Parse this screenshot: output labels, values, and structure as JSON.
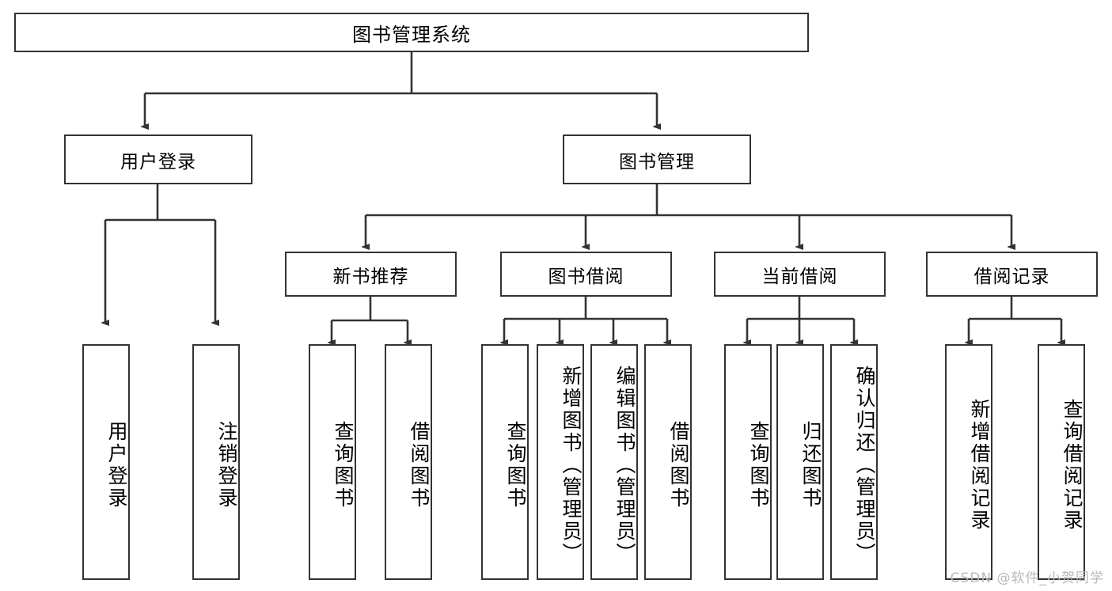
{
  "diagram": {
    "title": "图书管理系统",
    "root": {
      "label": "图书管理系统"
    },
    "level2": [
      {
        "label": "用户登录"
      },
      {
        "label": "图书管理"
      }
    ],
    "level3": [
      {
        "label": "新书推荐"
      },
      {
        "label": "图书借阅"
      },
      {
        "label": "当前借阅"
      },
      {
        "label": "借阅记录"
      }
    ],
    "leaves": {
      "user_login": [
        {
          "label": "用户登录"
        },
        {
          "label": "注销登录"
        }
      ],
      "new_book": [
        {
          "label": "查询图书"
        },
        {
          "label": "借阅图书"
        }
      ],
      "book_borrow": [
        {
          "label": "查询图书"
        },
        {
          "label": "新增图书（管理员）"
        },
        {
          "label": "编辑图书（管理员）"
        },
        {
          "label": "借阅图书"
        }
      ],
      "current_borrow": [
        {
          "label": "查询图书"
        },
        {
          "label": "归还图书"
        },
        {
          "label": "确认归还（管理员）"
        }
      ],
      "borrow_record": [
        {
          "label": "新增借阅记录"
        },
        {
          "label": "查询借阅记录"
        }
      ]
    }
  },
  "watermark": {
    "text": "CSDN @软件_小贺同学"
  },
  "colors": {
    "stroke": "#333333",
    "background": "#ffffff",
    "text": "#000000",
    "watermark": "#b9b9b9"
  }
}
